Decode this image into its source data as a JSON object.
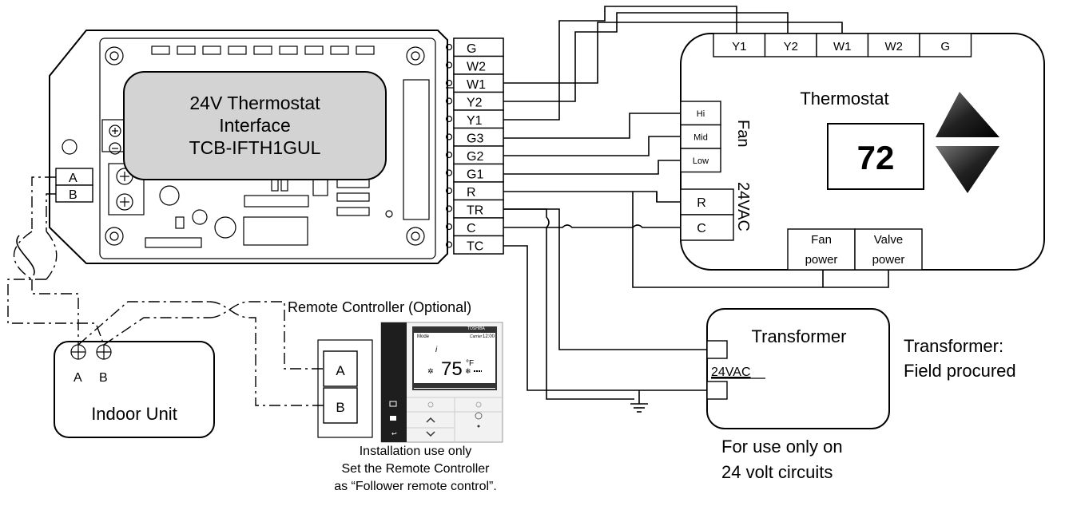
{
  "interface_board": {
    "label_line1": "24V Thermostat",
    "label_line2": "Interface",
    "label_line3": "TCB-IFTH1GUL",
    "terminals": [
      "G",
      "W2",
      "W1",
      "Y2",
      "Y1",
      "G3",
      "G2",
      "G1",
      "R",
      "TR",
      "C",
      "TC"
    ],
    "ab_terminals": [
      "A",
      "B"
    ]
  },
  "thermostat": {
    "title": "Thermostat",
    "display_value": "72",
    "top_terminals": [
      "Y1",
      "Y2",
      "W1",
      "W2",
      "G"
    ],
    "fan_label": "Fan",
    "fan_terminals": [
      "Hi",
      "Mid",
      "Low"
    ],
    "power_label": "24VAC",
    "power_terminals": [
      "R",
      "C"
    ],
    "bottom_terminals": [
      {
        "line1": "Fan",
        "line2": "power"
      },
      {
        "line1": "Valve",
        "line2": "power"
      }
    ]
  },
  "indoor_unit": {
    "label": "Indoor Unit",
    "terminals": [
      "A",
      "B"
    ]
  },
  "remote_controller": {
    "title": "Remote Controller (Optional)",
    "terminals": [
      "A",
      "B"
    ],
    "brand_line1": "TOSHIBA",
    "brand_line2": "Carrier",
    "screen_mode": "Mode",
    "screen_time": "12:00",
    "screen_temp": "75",
    "screen_unit": "°F",
    "note_line1": "Installation use only",
    "note_line2": "Set the Remote Controller",
    "note_line3": "as “Follower remote control”."
  },
  "transformer": {
    "label": "Transformer",
    "voltage": "24VAC",
    "side_note_line1": "Transformer:",
    "side_note_line2": "Field procured",
    "caution_line1": "For use only on",
    "caution_line2": "24 volt circuits"
  },
  "icons": [
    "up-arrow-icon",
    "down-arrow-icon",
    "ground-symbol-icon",
    "mounting-hole-icon",
    "twisted-pair-icon"
  ]
}
